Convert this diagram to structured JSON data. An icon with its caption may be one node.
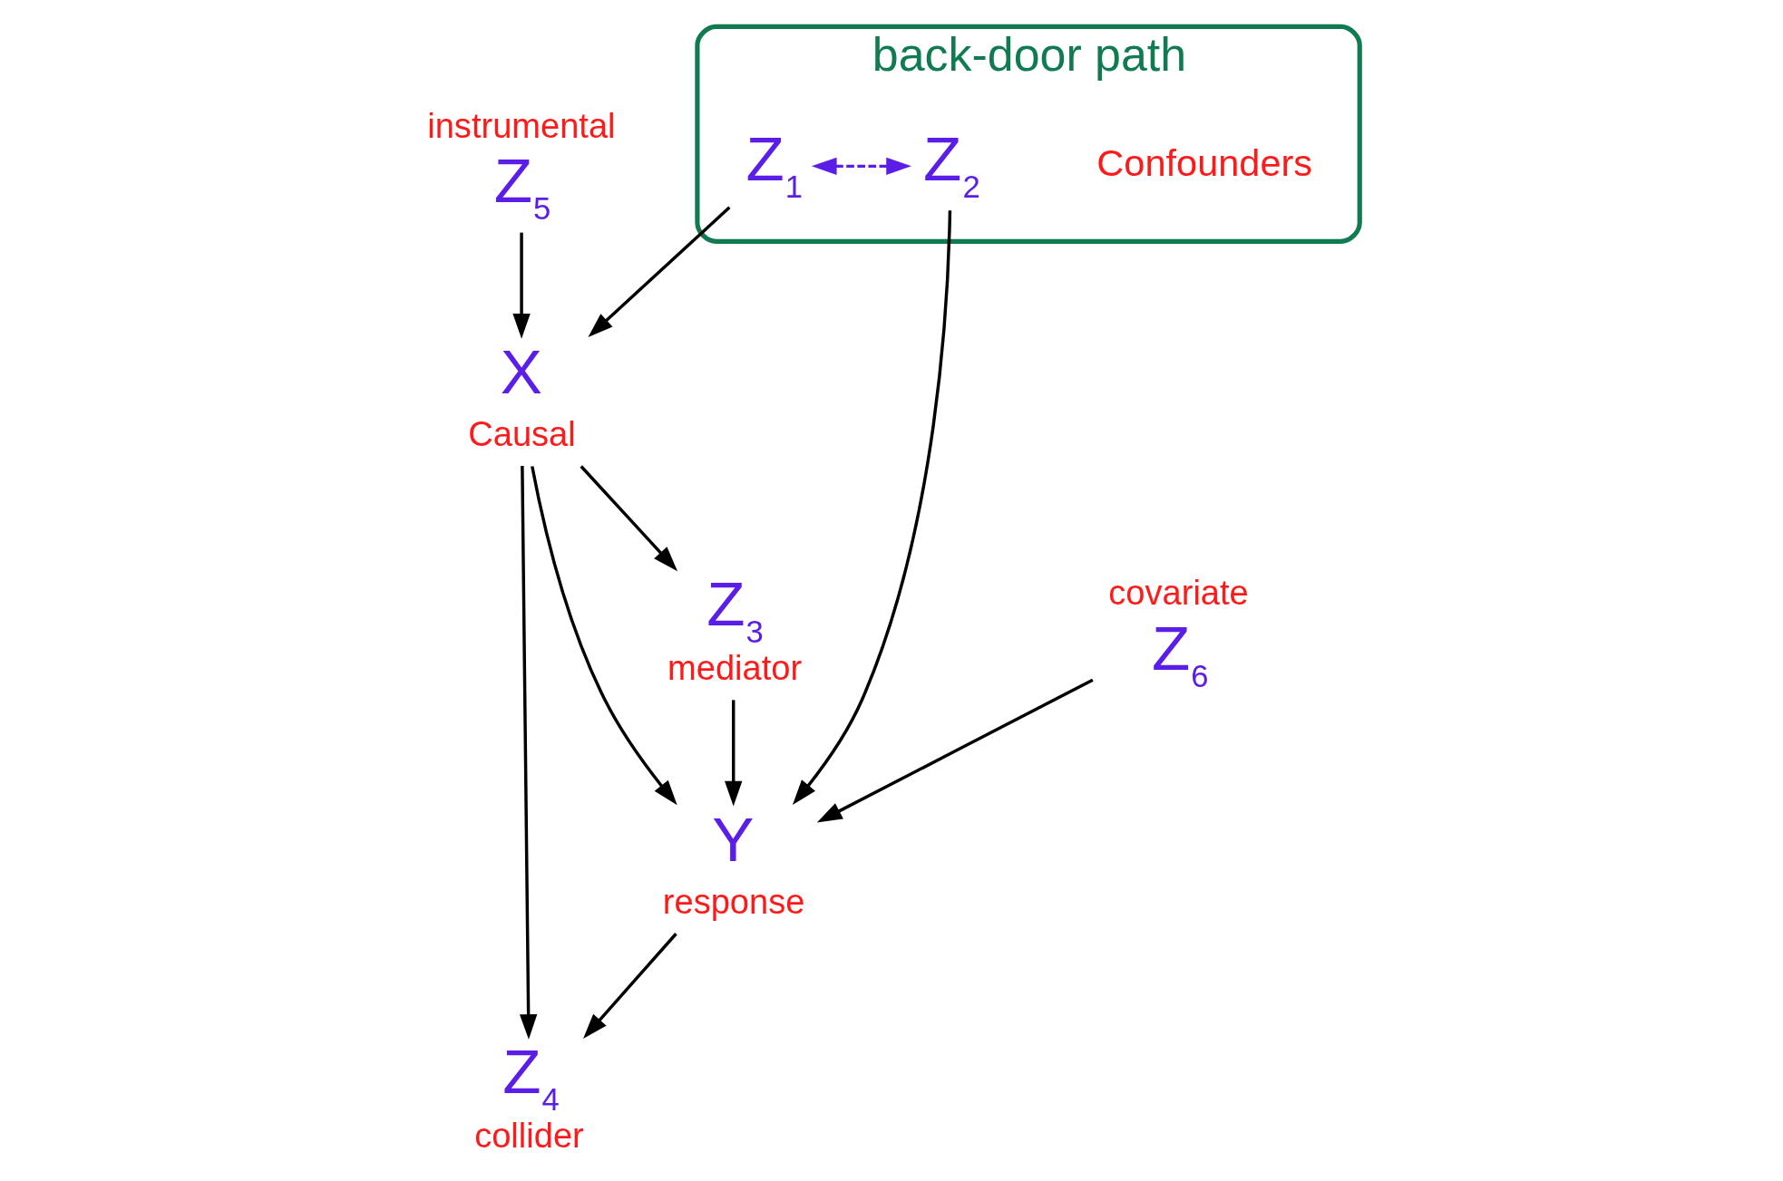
{
  "diagram": {
    "nodes": [
      {
        "text": [
          "Z$_{5}$"
        ],
        "beside": [
          "instrumental"
        ]
      },
      {
        "text": [
          "back-door path"
        ]
      },
      {
        "text": [
          "Z$_{6}$"
        ],
        "beside": [
          "covariate"
        ]
      },
      {
        "text": [
          "Z$_{1}$"
        ],
        "in": 1
      },
      {
        "text": [
          "Z$_{2}$"
        ],
        "in": 1
      },
      {
        "text": [
          "X"
        ],
        "beside": [
          "Causal"
        ]
      },
      {
        "text": [
          "Y"
        ],
        "beside": [
          "response"
        ]
      },
      {
        "text": [
          "Z$_{3}$"
        ],
        "beside": [
          "mediator"
        ]
      },
      {
        "text": [
          "Z$_{4}$"
        ],
        "beside": [
          "collider"
        ]
      }
    ],
    "edges": [
      {
        "from": 0,
        "to": 5,
        "arrow": "to"
      },
      {
        "from": 2,
        "to": 6,
        "arrow": "to"
      },
      {
        "from": 3,
        "to": 4,
        "arrow": "both",
        "style": "dashed",
        "color": "#5a1ee8"
      },
      {
        "from": 3,
        "to": 5,
        "arrow": "to"
      },
      {
        "from": 4,
        "to": 6,
        "arrow": "to"
      },
      {
        "from": 5,
        "to": 6,
        "arrow": "to"
      },
      {
        "from": 5,
        "to": 7,
        "arrow": "to"
      },
      {
        "from": 7,
        "to": 6,
        "arrow": "to"
      },
      {
        "from": 5,
        "to": 8,
        "arrow": "to"
      },
      {
        "from": 6,
        "to": 8,
        "arrow": "to"
      }
    ],
    "labels": [
      "Confounders"
    ]
  }
}
